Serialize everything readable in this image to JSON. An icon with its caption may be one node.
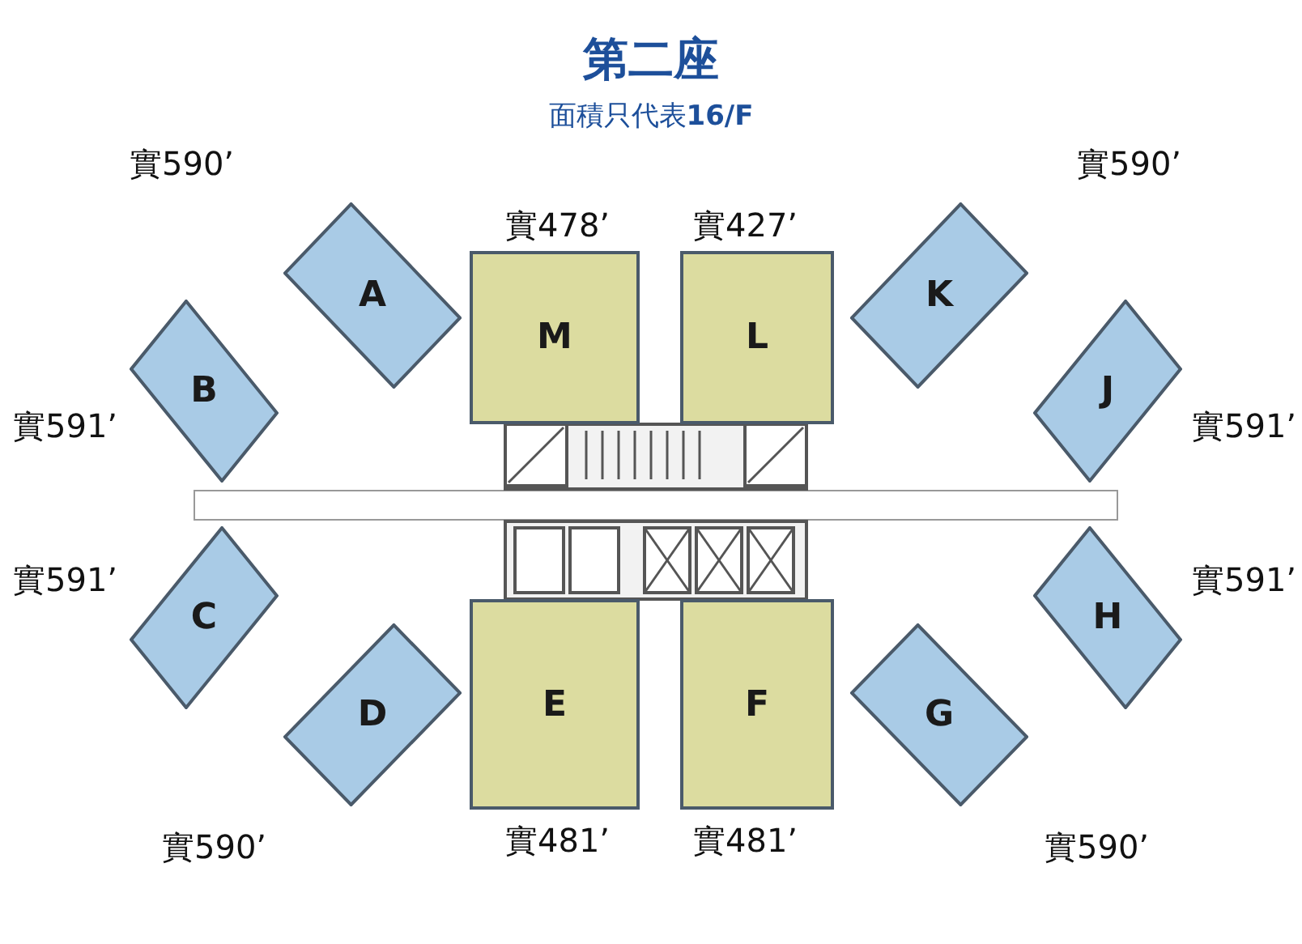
{
  "diagram": {
    "title": "第二座",
    "nodes": [
      {
        "text": [
          "A"
        ],
        "beside": [
          "實590’"
        ]
      },
      {
        "text": [
          "M"
        ],
        "beside": [
          "實478’"
        ]
      },
      {
        "text": [
          "L"
        ],
        "beside": [
          "實427’"
        ]
      },
      {
        "text": [
          "K"
        ],
        "beside": [
          "實590’"
        ]
      },
      {
        "text": [
          "B"
        ],
        "beside": [
          "實591’"
        ]
      },
      {
        "text": [
          "J"
        ],
        "beside": [
          "實591’"
        ]
      },
      {
        "text": [
          "C"
        ],
        "beside": [
          "實591’"
        ]
      },
      {
        "text": [
          "H"
        ],
        "beside": [
          "實591’"
        ]
      },
      {
        "text": [
          "D"
        ],
        "beside": [
          "實590’"
        ]
      },
      {
        "text": [
          "E"
        ],
        "beside": [
          "實481’"
        ]
      },
      {
        "text": [
          "F"
        ],
        "beside": [
          "實481’"
        ]
      },
      {
        "text": [
          "G"
        ],
        "beside": [
          "實590’"
        ]
      }
    ],
    "labels": [
      "面積只代表**16/F**"
    ]
  }
}
